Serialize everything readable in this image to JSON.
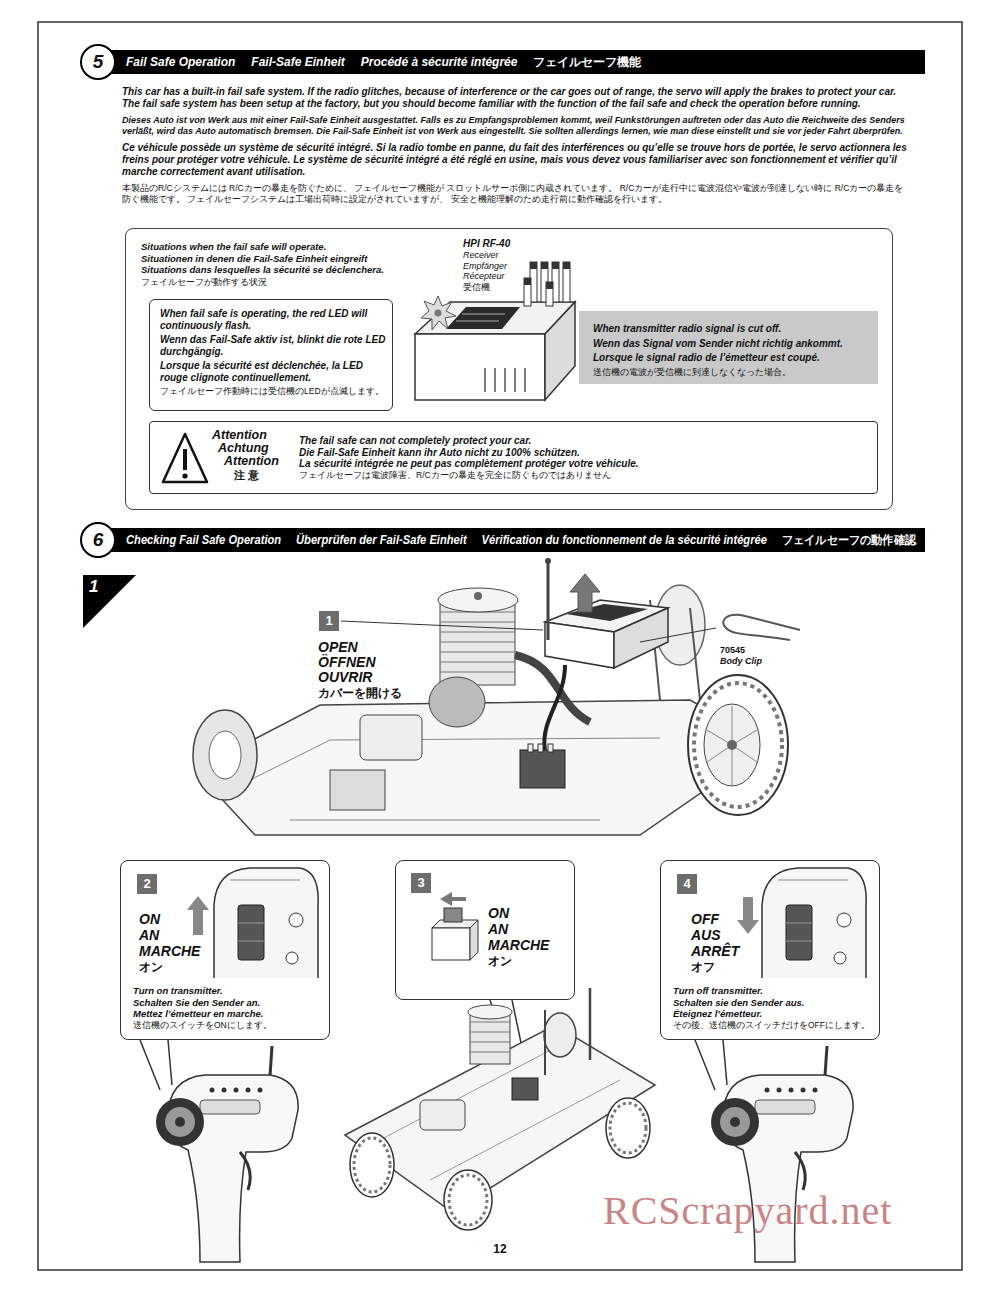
{
  "diagram": {
    "nodes": [
      {
        "text": [
          "5",
          "Fail Safe Operation",
          "Fail-Safe Einheit",
          "Procédé à sécurité intégrée",
          "フェイルセーフ機能"
        ]
      },
      {
        "text": [
          "Situations when the fail safe will operate.",
          "Situationen in denen die Fail-Safe Einheit eingreift",
          "Situations dans lesquelles la sécurité se déclenchera.",
          "フェイルセーフが動作する状況"
        ]
      },
      {
        "text": [
          "When fail safe is operating, the red LED will continuously flash.",
          "Wenn das Fail-Safe aktiv ist, blinkt die rote LED durchgängig.",
          "Lorsque la sécurité est déclenchée, la LED rouge clignote continuellement.",
          "フェイルセーフ作動時には受信機のLEDが点滅します。"
        ],
        "in": 1
      },
      {
        "text": [
          "When transmitter radio signal is cut off.",
          "Wenn das Signal vom Sender nicht richtig ankommt.",
          "Lorsque le signal radio de l’émetteur est coupé.",
          "送信機の電波が受信機に到達しなくなった場合。"
        ],
        "in": 1
      },
      {
        "text": [
          "Attention",
          "Achtung",
          "Attention",
          "注 意",
          "The fail safe can not completely protect your car.",
          "Die Fail-Safe Einheit kann ihr Auto nicht zu 100% schützen.",
          "La sécurité intégrée ne peut pas complètement protéger votre véhicule.",
          "フェイルセーフは電波障害、R/Cカーの暴走を完全に防ぐものではありません"
        ],
        "in": 1
      },
      {
        "text": [
          "6",
          "Checking Fail Safe Operation",
          "Überprüfen der Fail-Safe Einheit",
          "Vérification du fonctionnement de la sécurité intégrée",
          "フェイルセーフの動作確認"
        ]
      },
      {
        "text": [
          "1"
        ]
      },
      {
        "text": [
          "ON",
          "AN",
          "MARCHE",
          "オン",
          "Turn on transmitter.",
          "Schalten Sie den Sender an.",
          "Mettez l’émetteur en marche.",
          "送信機のスイッチをONにします。"
        ]
      },
      {
        "text": [
          "2"
        ],
        "in": 7
      },
      {
        "text": [
          "ON",
          "AN",
          "MARCHE",
          "オン"
        ]
      },
      {
        "text": [
          "3"
        ],
        "in": 9
      },
      {
        "text": [
          "OFF",
          "AUS",
          "ARRÊT",
          "オフ",
          "Turn off transmitter.",
          "Schalten sie den Sender aus.",
          "Éteignez l’émetteur.",
          "その後、送信機のスイッチだけをOFFにします。"
        ]
      },
      {
        "text": [
          "4"
        ],
        "in": 11
      }
    ],
    "labels": [
      "This car has a built-in fail safe system. If the radio glitches, because of interference or the car goes out of range, the servo will apply the brakes to protect your car. The fail safe system has been setup at the factory, but you should become familiar with the function of the fail safe and check the operation before running.",
      "Dieses Auto ist von Werk aus mit einer Fail-Safe Einheit ausgestattet. Falls es zu Empfangsproblemen kommt, weil Funkstörungen auftreten oder das Auto die Reichweite des Senders verläßt, wird das Auto automatisch bremsen. Die Fail-Safe Einheit ist von Werk aus eingestellt. Sie sollten allerdings lernen, wie man diese einstellt und sie vor jeder Fahrt überprüfen.",
      "Ce véhicule possède un système de sécurité intégré. Si la radio tombe en panne, du fait des interférences ou qu’elle se trouve hors de portée, le servo actionnera les freins pour protéger votre véhicule. Le système de sécurité intégré a été réglé en usine, mais vous devez vous familiariser avec son fonctionnement et vérifier qu’il marche correctement avant utilisation.",
      "本製品のR/Cシステムには R/Cカーの暴走を防ぐために、 フェイルセーフ機能が スロットルサーボ側に内蔵されています。 R/Cカーが走行中に電波混信や電波が到達しない時に R/Cカーの暴走を防ぐ機能です。 フェイルセーフシステムは工場出荷時に設定がされていますが、 安全と機能理解のため走行前に動作確認を行います。",
      "HPI RF-40",
      "Receiver",
      "Empfänger",
      "Récepteur",
      "受信機",
      "1",
      "OPEN",
      "ÖFFNEN",
      "OUVRIR",
      "カバーを開ける",
      "70545",
      "Body Clip",
      "12",
      "RCScrapyard.net"
    ]
  }
}
